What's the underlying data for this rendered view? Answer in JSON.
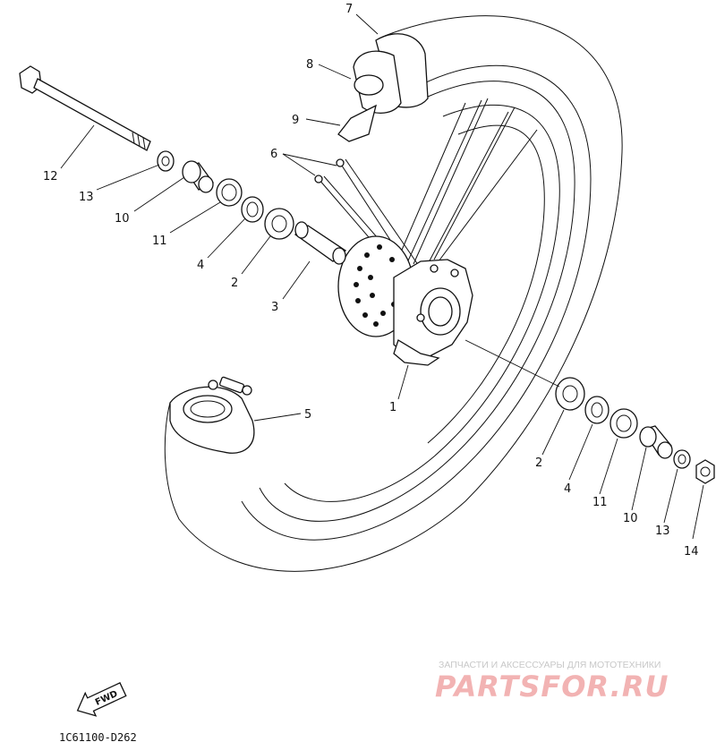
{
  "diagram": {
    "callouts": [
      "7",
      "8",
      "9",
      "6",
      "12",
      "13",
      "10",
      "11",
      "4",
      "2",
      "3",
      "1",
      "5",
      "2",
      "4",
      "11",
      "10",
      "13",
      "14"
    ],
    "drawing_code": "1C61100-D262",
    "fwd_label": "FWD"
  },
  "watermark": {
    "tagline": "ЗАПЧАСТИ И АКСЕССУАРЫ ДЛЯ МОТОТЕХНИКИ",
    "logo": "PARTSFOR.RU"
  }
}
